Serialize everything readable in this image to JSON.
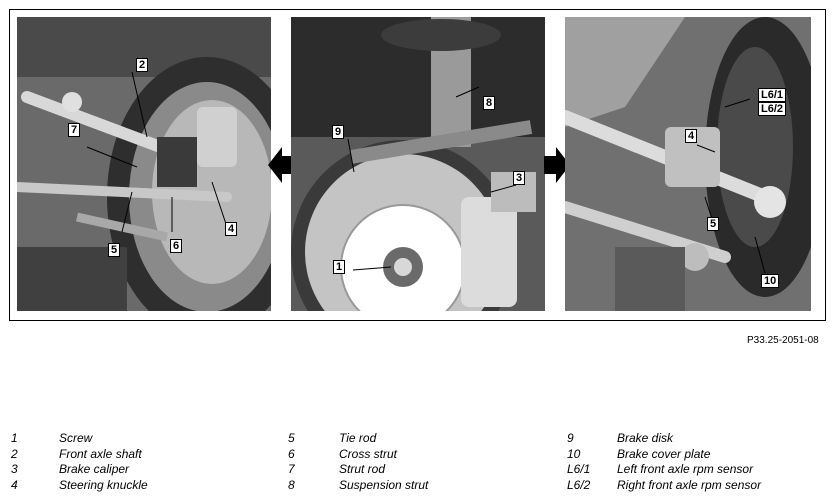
{
  "figure_ref": "P33.25-2051-08",
  "callouts": {
    "p1": [
      "2",
      "7",
      "5",
      "6",
      "4"
    ],
    "p2": [
      "8",
      "9",
      "3",
      "1"
    ],
    "p3": [
      "L6/1",
      "L6/2",
      "4",
      "5",
      "10"
    ]
  },
  "legend": [
    [
      {
        "num": "1",
        "text": "Screw"
      },
      {
        "num": "2",
        "text": "Front axle shaft"
      },
      {
        "num": "3",
        "text": "Brake caliper"
      },
      {
        "num": "4",
        "text": "Steering knuckle"
      }
    ],
    [
      {
        "num": "5",
        "text": "Tie rod"
      },
      {
        "num": "6",
        "text": "Cross strut"
      },
      {
        "num": "7",
        "text": "Strut rod"
      },
      {
        "num": "8",
        "text": "Suspension strut"
      }
    ],
    [
      {
        "num": "9",
        "text": "Brake disk"
      },
      {
        "num": "10",
        "text": "Brake cover plate"
      },
      {
        "num": "L6/1",
        "text": "Left front axle rpm sensor"
      },
      {
        "num": "L6/2",
        "text": "Right front axle rpm sensor"
      }
    ]
  ]
}
